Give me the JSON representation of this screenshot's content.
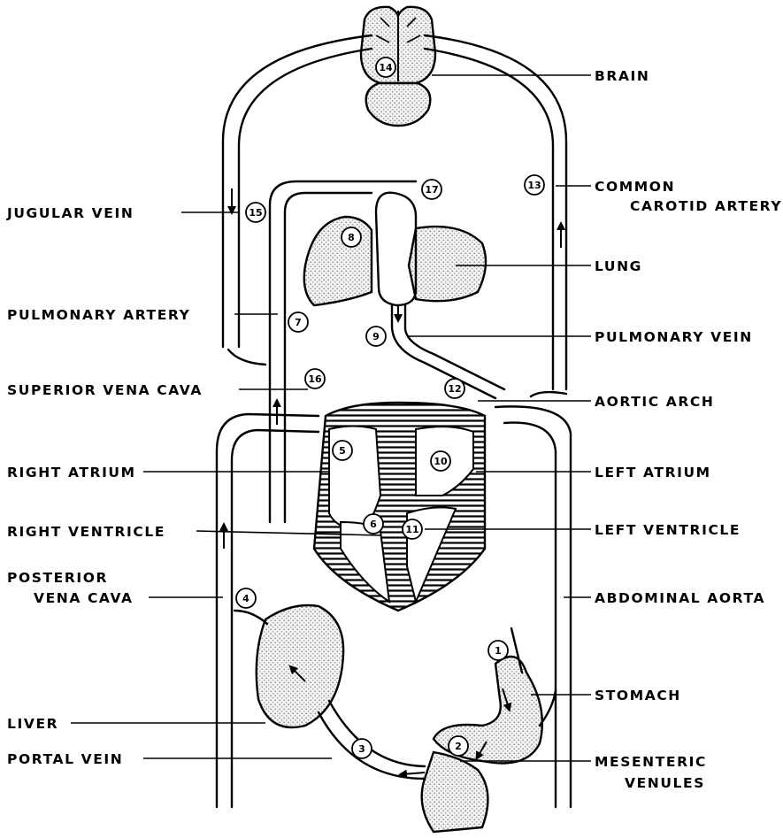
{
  "labels": {
    "brain": "BRAIN",
    "common_carotid_1": "COMMON",
    "common_carotid_2": "CAROTID ARTERY",
    "jugular_vein": "JUGULAR VEIN",
    "lung": "LUNG",
    "pulmonary_artery": "PULMONARY ARTERY",
    "pulmonary_vein": "PULMONARY VEIN",
    "superior_vena_cava": "SUPERIOR VENA CAVA",
    "aortic_arch": "AORTIC ARCH",
    "right_atrium": "RIGHT ATRIUM",
    "left_atrium": "LEFT ATRIUM",
    "right_ventricle": "RIGHT VENTRICLE",
    "left_ventricle": "LEFT VENTRICLE",
    "posterior_vena_cava_1": "POSTERIOR",
    "posterior_vena_cava_2": "VENA CAVA",
    "abdominal_aorta": "ABDOMINAL AORTA",
    "stomach": "STOMACH",
    "liver": "LIVER",
    "portal_vein": "PORTAL VEIN",
    "mesenteric_1": "MESENTERIC",
    "mesenteric_2": "VENULES"
  },
  "step_numbers": {
    "n1": "1",
    "n2": "2",
    "n3": "3",
    "n4": "4",
    "n5": "5",
    "n6": "6",
    "n7": "7",
    "n8": "8",
    "n9": "9",
    "n10": "10",
    "n11": "11",
    "n12": "12",
    "n13": "13",
    "n14": "14",
    "n15": "15",
    "n16": "16",
    "n17": "17"
  }
}
